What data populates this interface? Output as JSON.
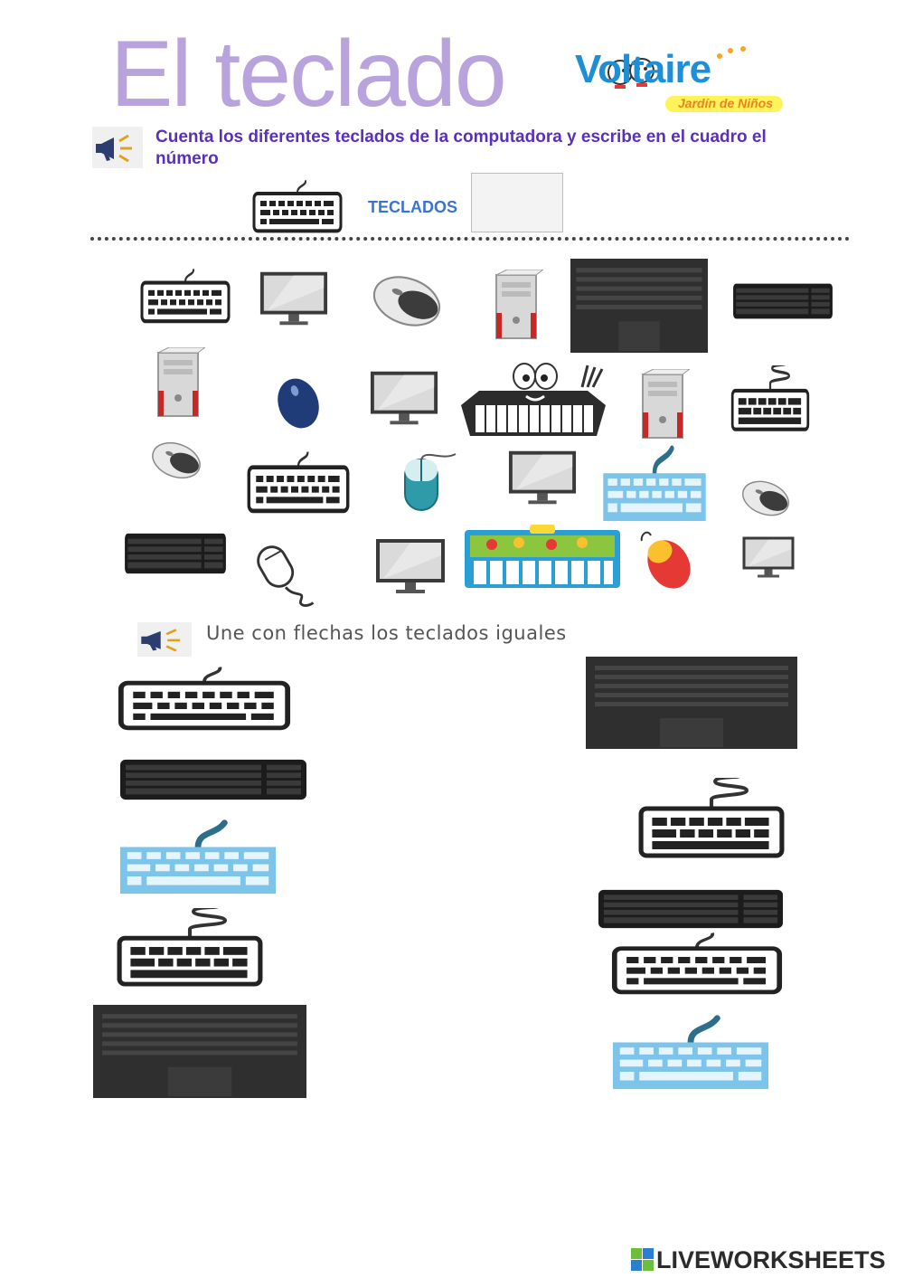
{
  "title": "El teclado",
  "logo": {
    "name": "Voltaire",
    "subtitle": "Jardín de Niños"
  },
  "instructions": {
    "count": "Cuenta los diferentes teclados de la computadora y escribe en el cuadro el número",
    "match": "Une con  flechas los teclados iguales"
  },
  "count_section": {
    "label": "TECLADOS",
    "answer_value": ""
  },
  "watermark": "LIVEWORKSHEETS",
  "icons": {
    "speaker": "megaphone-icon",
    "keyboard_outline": "keyboard-outline-icon",
    "keyboard_black": "keyboard-black-icon",
    "keyboard_blue": "keyboard-blue-icon",
    "keyboard_compact": "keyboard-compact-icon",
    "laptop_keyboard": "laptop-keyboard-icon",
    "monitor": "monitor-icon",
    "mouse": "mouse-icon",
    "tower": "computer-tower-icon",
    "piano": "piano-character-icon",
    "play_mat": "piano-mat-icon"
  },
  "colors": {
    "title": "#b9a3dd",
    "instruction": "#5a2fc0",
    "label": "#3b73d1"
  }
}
